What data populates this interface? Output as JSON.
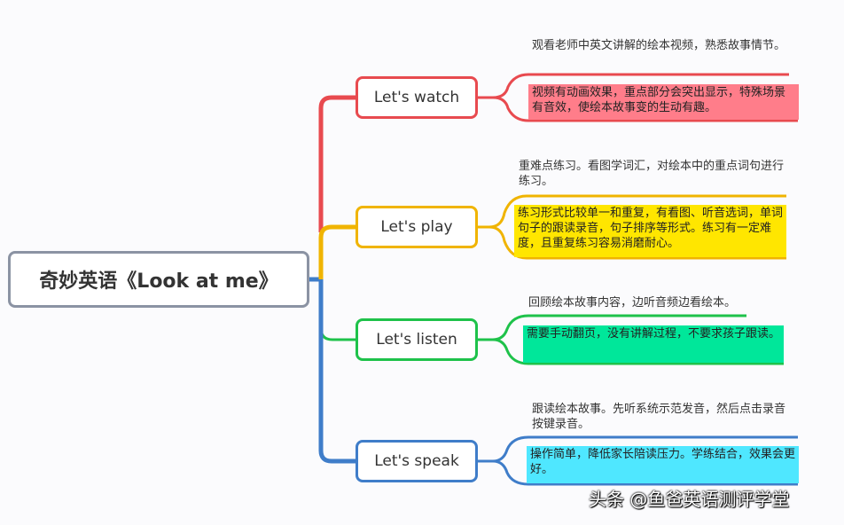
{
  "root": {
    "title": "奇妙英语《Look at me》"
  },
  "colors": {
    "watch": "#e84a4f",
    "play": "#f0b400",
    "listen": "#1ec24a",
    "speak": "#3f7dc9",
    "watch_hl": "#ff7d8a",
    "play_hl": "#ffe600",
    "listen_hl": "#00e79a",
    "speak_hl": "#4fe7ff"
  },
  "branches": [
    {
      "key": "watch",
      "label": "Let's watch",
      "note": "观看老师中英文讲解的绘本视频，熟悉故事情节。",
      "highlight": "视频有动画效果，重点部分会突出显示，特殊场景有音效，使绘本故事变的生动有趣。"
    },
    {
      "key": "play",
      "label": "Let's play",
      "note": "重难点练习。看图学词汇，对绘本中的重点词句进行练习。",
      "highlight": "练习形式比较单一和重复，有看图、听音选词，单词句子的跟读录音，句子排序等形式。练习有一定难度，且重复练习容易消磨耐心。"
    },
    {
      "key": "listen",
      "label": "Let's listen",
      "note": "回顾绘本故事内容，边听音频边看绘本。",
      "highlight": "需要手动翻页，没有讲解过程，不要求孩子跟读。"
    },
    {
      "key": "speak",
      "label": "Let's speak",
      "note": "跟读绘本故事。先听系统示范发音，然后点击录音按键录音。",
      "highlight": "操作简单，降低家长陪读压力。学练结合，效果会更好。"
    }
  ],
  "watermark": "头条 @鱼爸英语测评学堂"
}
